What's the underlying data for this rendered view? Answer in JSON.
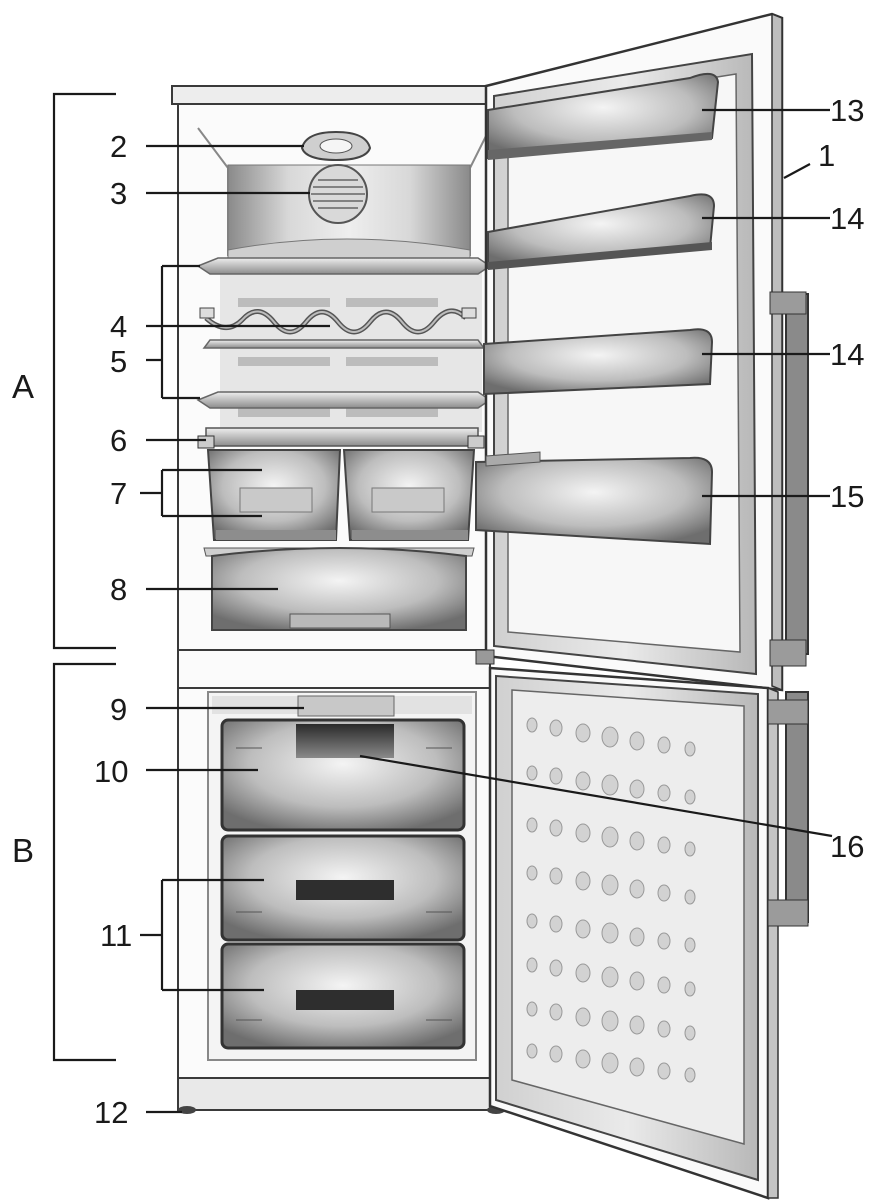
{
  "sections": {
    "fridge": "A",
    "freezer": "B"
  },
  "labels": {
    "n1": "1",
    "n2": "2",
    "n3": "3",
    "n4": "4",
    "n5": "5",
    "n6": "6",
    "n7": "7",
    "n8": "8",
    "n9": "9",
    "n10": "10",
    "n11": "11",
    "n12": "12",
    "n13": "13",
    "n14a": "14",
    "n14b": "14",
    "n15": "15",
    "n16": "16"
  }
}
